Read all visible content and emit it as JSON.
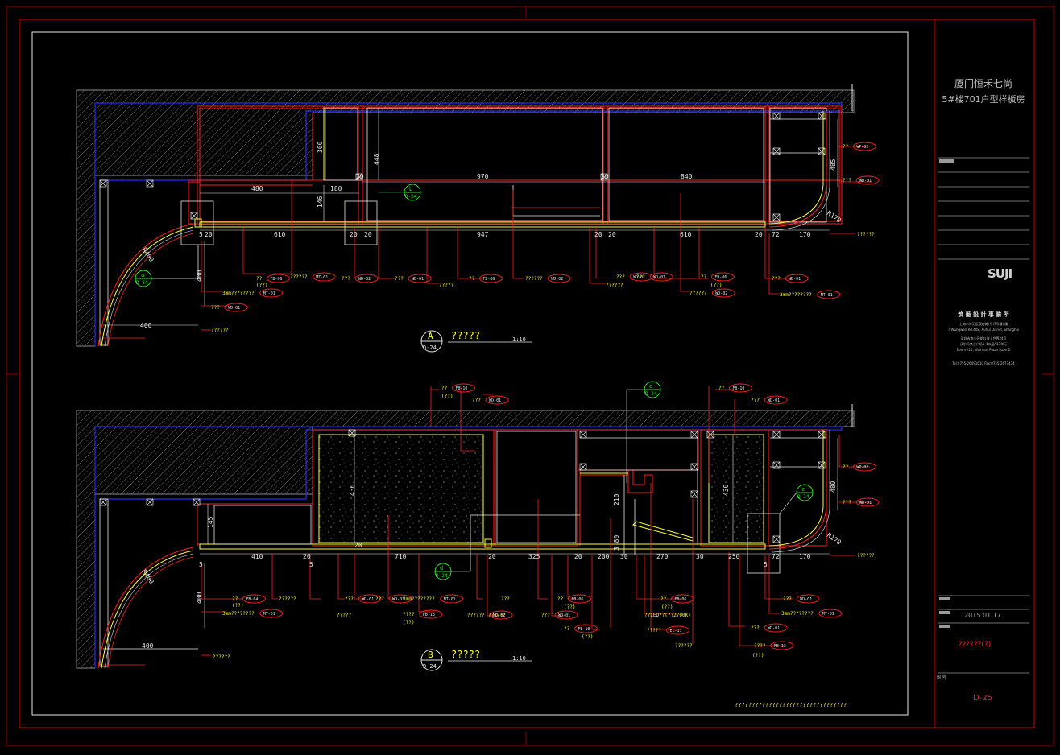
{
  "title_block": {
    "project_line1": "厦门恒禾七尚",
    "project_line2": "5#楼701户型样板房",
    "logo_text": "SUJI",
    "company": "筑 藝 設 計 事 務 所",
    "address_lines": [
      "上海市徐汇区康定路(号)7号楼4楼",
      "7 Wüngwen Rd.408, Xuhui Disrict, Shanghai",
      "深圳市南山区蛇口海上世界24号",
      "沃尔玛商业广场1-4二层A13单元",
      "Room#24, Walmart Plaza Store 2",
      "Tel:0755-26491610 Fax:0755-2677474"
    ],
    "date": "2015.01.17",
    "sheet_label": "??????(?)",
    "drawing_no_label": "图  号",
    "drawing_no": "D-25"
  },
  "elevation_a": {
    "letter": "A",
    "ref": "D-24",
    "title": "?????",
    "scale": "1:10",
    "dims_top": [
      "480",
      "180",
      "970",
      "840",
      "20",
      "20"
    ],
    "dims_bottom": [
      "5",
      "20",
      "610",
      "20",
      "20",
      "947",
      "20",
      "20",
      "610",
      "20",
      "72",
      "170"
    ],
    "dims_vertical": [
      "300",
      "448",
      "146",
      "485",
      "400"
    ],
    "radius_left": "R400",
    "radius_right": "R170",
    "dim_400": "400",
    "detail_b": {
      "letter": "b",
      "ref": "D-24"
    },
    "detail_a": {
      "letter": "a",
      "ref": "D-24"
    },
    "callouts": [
      {
        "text": "??",
        "tag": "FB-06"
      },
      {
        "text": "(??)",
        "tag": ""
      },
      {
        "text": "??????",
        "tag": "MT-01"
      },
      {
        "text": "???",
        "tag": "WD-02"
      },
      {
        "text": "???",
        "tag": "WD-01"
      },
      {
        "text": "?????",
        "tag": ""
      },
      {
        "text": "??",
        "tag": "FB-06"
      },
      {
        "text": "??????",
        "tag": "WD-02"
      },
      {
        "text": "???",
        "tag": "WD-01"
      },
      {
        "text": "??????",
        "tag": ""
      },
      {
        "text": "??",
        "tag": "FB-06"
      },
      {
        "text": "(??)",
        "tag": ""
      },
      {
        "text": "??????",
        "tag": "WD-02"
      },
      {
        "text": "???",
        "tag": "WD-01"
      },
      {
        "text": "3mm????????",
        "tag": "MT-01"
      },
      {
        "text": "3mm????????",
        "tag": "MT-01"
      },
      {
        "text": "???",
        "tag": "WD-01"
      },
      {
        "text": "??????",
        "tag": ""
      },
      {
        "text": "???",
        "tag": "WD-01"
      },
      {
        "text": "??",
        "tag": "WP-02"
      },
      {
        "text": "???",
        "tag": "WD-01"
      },
      {
        "text": "??????",
        "tag": ""
      }
    ]
  },
  "elevation_b": {
    "letter": "B",
    "ref": "D-24",
    "title": "?????",
    "scale": "1:10",
    "dims_bottom": [
      "5",
      "410",
      "20",
      "20",
      "710",
      "20",
      "325",
      "20",
      "200",
      "30",
      "270",
      "30",
      "250",
      "72",
      "170",
      "5",
      "5"
    ],
    "dims_vertical": [
      "145",
      "430",
      "430",
      "210",
      "480",
      "400",
      "3 80"
    ],
    "radius_left": "R400",
    "radius_right": "R170",
    "dim_400": "400",
    "detail_e": {
      "letter": "e",
      "ref": "D-24"
    },
    "detail_d": {
      "letter": "d",
      "ref": "D-24"
    },
    "detail_c": {
      "letter": "c",
      "ref": "D-24"
    },
    "callouts": [
      {
        "text": "??",
        "tag": "FB-10"
      },
      {
        "text": "(??)",
        "tag": ""
      },
      {
        "text": "???",
        "tag": "WD-01"
      },
      {
        "text": "??",
        "tag": "FB-10"
      },
      {
        "text": "???",
        "tag": "WD-01"
      },
      {
        "text": "??",
        "tag": "WP-02"
      },
      {
        "text": "???",
        "tag": "WD-01"
      },
      {
        "text": "??????",
        "tag": ""
      },
      {
        "text": "??",
        "tag": "FB-04"
      },
      {
        "text": "(??)",
        "tag": ""
      },
      {
        "text": "3mm????????",
        "tag": "MT-01"
      },
      {
        "text": "???",
        "tag": "WD-01"
      },
      {
        "text": "??????",
        "tag": ""
      },
      {
        "text": "???",
        "tag": "WD-01"
      },
      {
        "text": "?????",
        "tag": ""
      },
      {
        "text": "3mm????????",
        "tag": "MT-01"
      },
      {
        "text": "????",
        "tag": "FB-13"
      },
      {
        "text": "(??)",
        "tag": ""
      },
      {
        "text": "??????",
        "tag": "WD-02"
      },
      {
        "text": "???",
        "tag": ""
      },
      {
        "text": "??",
        "tag": "FB-06"
      },
      {
        "text": "(??)",
        "tag": ""
      },
      {
        "text": "???",
        "tag": "WD-01"
      },
      {
        "text": "??????",
        "tag": ""
      },
      {
        "text": "??",
        "tag": "FB-10"
      },
      {
        "text": "(??)",
        "tag": ""
      },
      {
        "text": "??",
        "tag": "FB-06"
      },
      {
        "text": "(??)",
        "tag": ""
      },
      {
        "text": "??LED??(??2700K)",
        "tag": ""
      },
      {
        "text": "?????",
        "tag": "EL-11"
      },
      {
        "text": "??????",
        "tag": ""
      },
      {
        "text": "???",
        "tag": "WD-01"
      },
      {
        "text": "????",
        "tag": "FB-13"
      },
      {
        "text": "(??)",
        "tag": ""
      },
      {
        "text": "???",
        "tag": "WD-01"
      },
      {
        "text": "3mm????????",
        "tag": "MT-01"
      },
      {
        "text": "??????",
        "tag": ""
      }
    ]
  },
  "bottom_note": "?????????????????????????????????",
  "colors": {
    "frame": "#d40000",
    "red_line": "#ff2020",
    "yellow": "#ffff33",
    "blue": "#2a2aff",
    "white": "#e6e6e6",
    "green": "#27e627",
    "gray": "#8a8a8a"
  }
}
